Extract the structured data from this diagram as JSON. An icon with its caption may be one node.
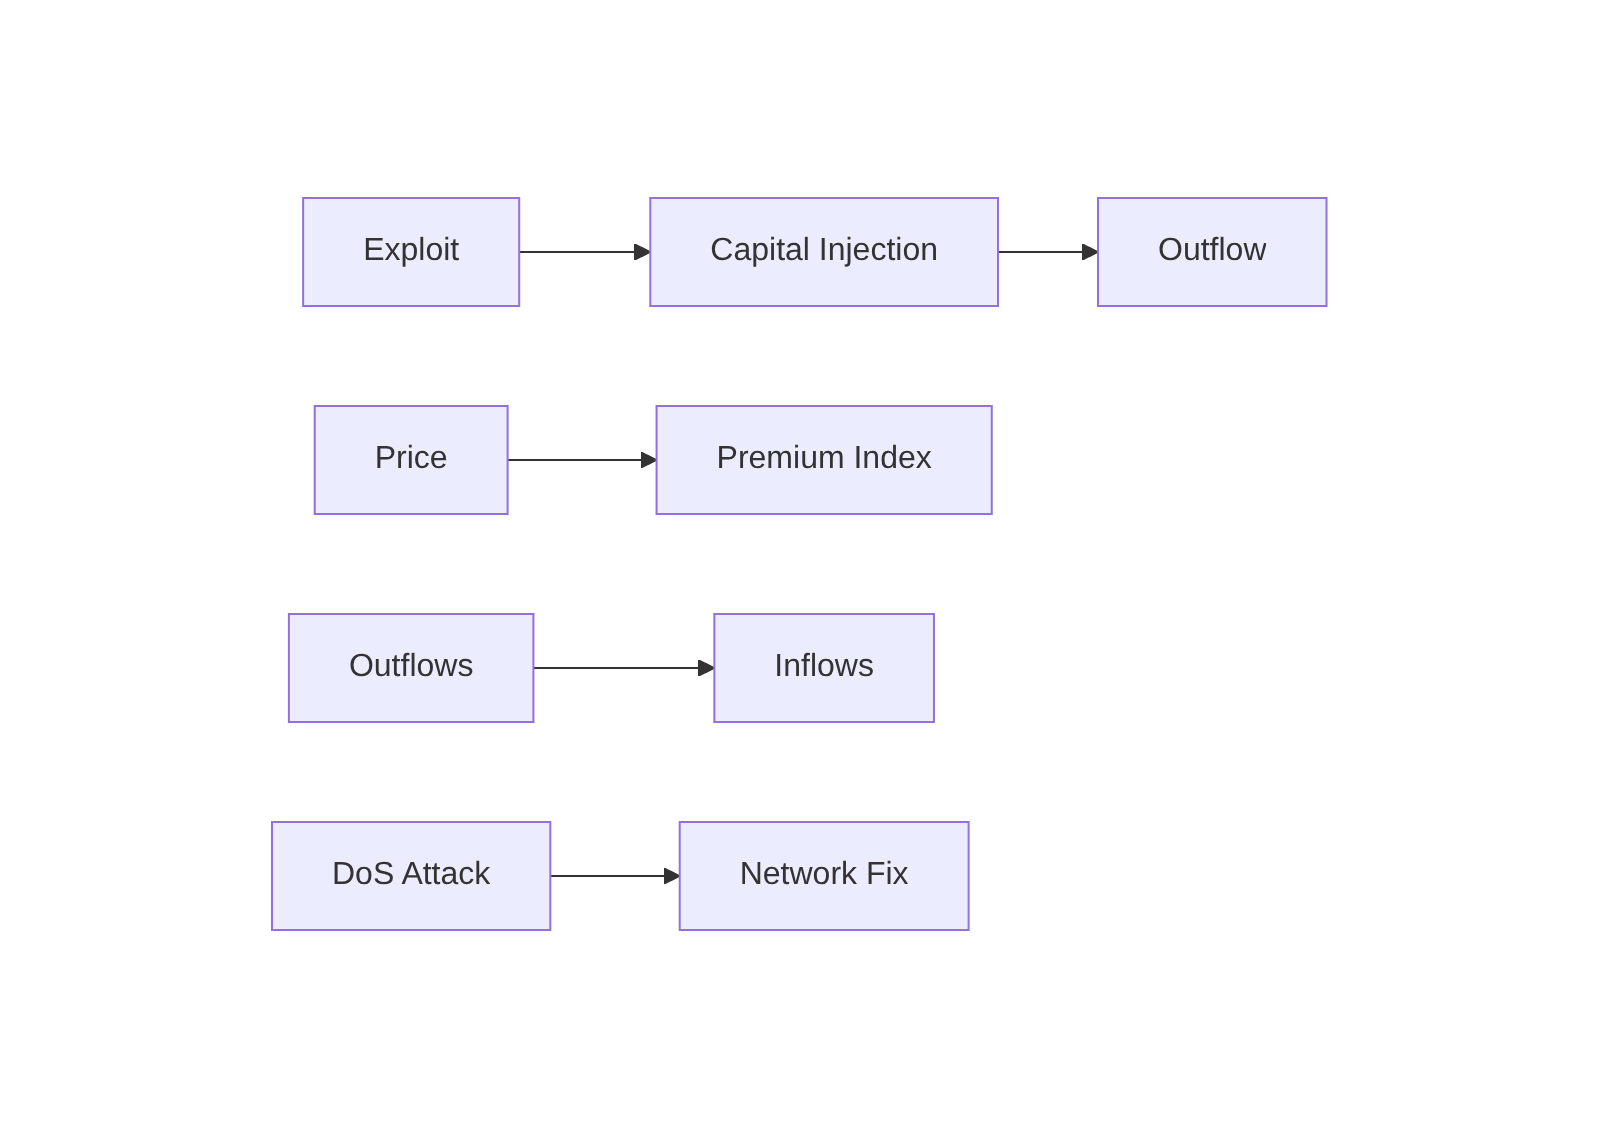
{
  "diagram": {
    "nodes": [
      {
        "text": [
          "Exploit"
        ]
      },
      {
        "text": [
          "Capital Injection"
        ]
      },
      {
        "text": [
          "Outflow"
        ]
      },
      {
        "text": [
          "Price"
        ]
      },
      {
        "text": [
          "Premium Index"
        ]
      },
      {
        "text": [
          "Outflows"
        ]
      },
      {
        "text": [
          "Inflows"
        ]
      },
      {
        "text": [
          "DoS Attack"
        ]
      },
      {
        "text": [
          "Network Fix"
        ]
      }
    ],
    "edges": [
      {
        "from": 0,
        "to": 1,
        "arrow": "to"
      },
      {
        "from": 1,
        "to": 2,
        "arrow": "to"
      },
      {
        "from": 3,
        "to": 4,
        "arrow": "to"
      },
      {
        "from": 5,
        "to": 6,
        "arrow": "to"
      },
      {
        "from": 7,
        "to": 8,
        "arrow": "to"
      }
    ]
  }
}
